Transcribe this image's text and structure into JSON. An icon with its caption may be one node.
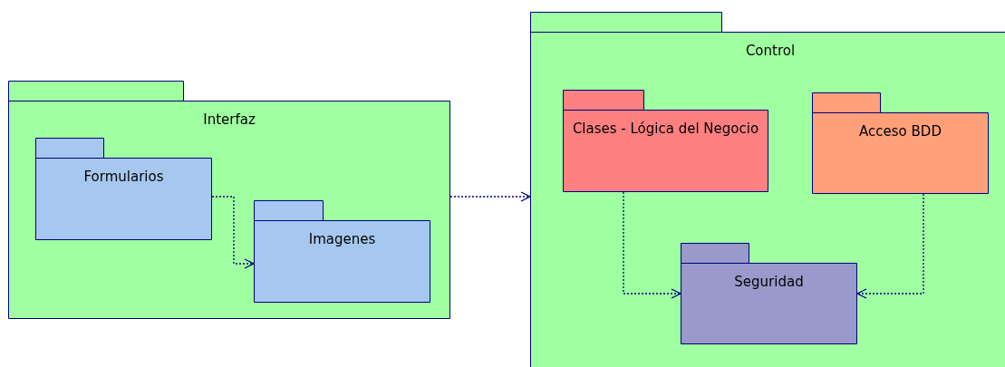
{
  "diagram": {
    "nodes": [
      {
        "text": [
          "Interfaz"
        ]
      },
      {
        "text": [
          "Formularios"
        ],
        "in": 0
      },
      {
        "text": [
          "Imagenes"
        ],
        "in": 0
      },
      {
        "text": [
          "Control"
        ]
      },
      {
        "text": [
          "Clases - Lógica del Negocio"
        ],
        "in": 3
      },
      {
        "text": [
          "Acceso BDD"
        ],
        "in": 3
      },
      {
        "text": [
          "Seguridad"
        ],
        "in": 3
      }
    ],
    "edges": [
      {
        "from": 1,
        "to": 2,
        "arrow": "to",
        "style": "dashed"
      },
      {
        "from": 0,
        "to": 3,
        "arrow": "to",
        "style": "dashed"
      },
      {
        "from": 4,
        "to": 6,
        "arrow": "to",
        "style": "dashed"
      },
      {
        "from": 5,
        "to": 6,
        "arrow": "to",
        "style": "dashed"
      }
    ]
  }
}
